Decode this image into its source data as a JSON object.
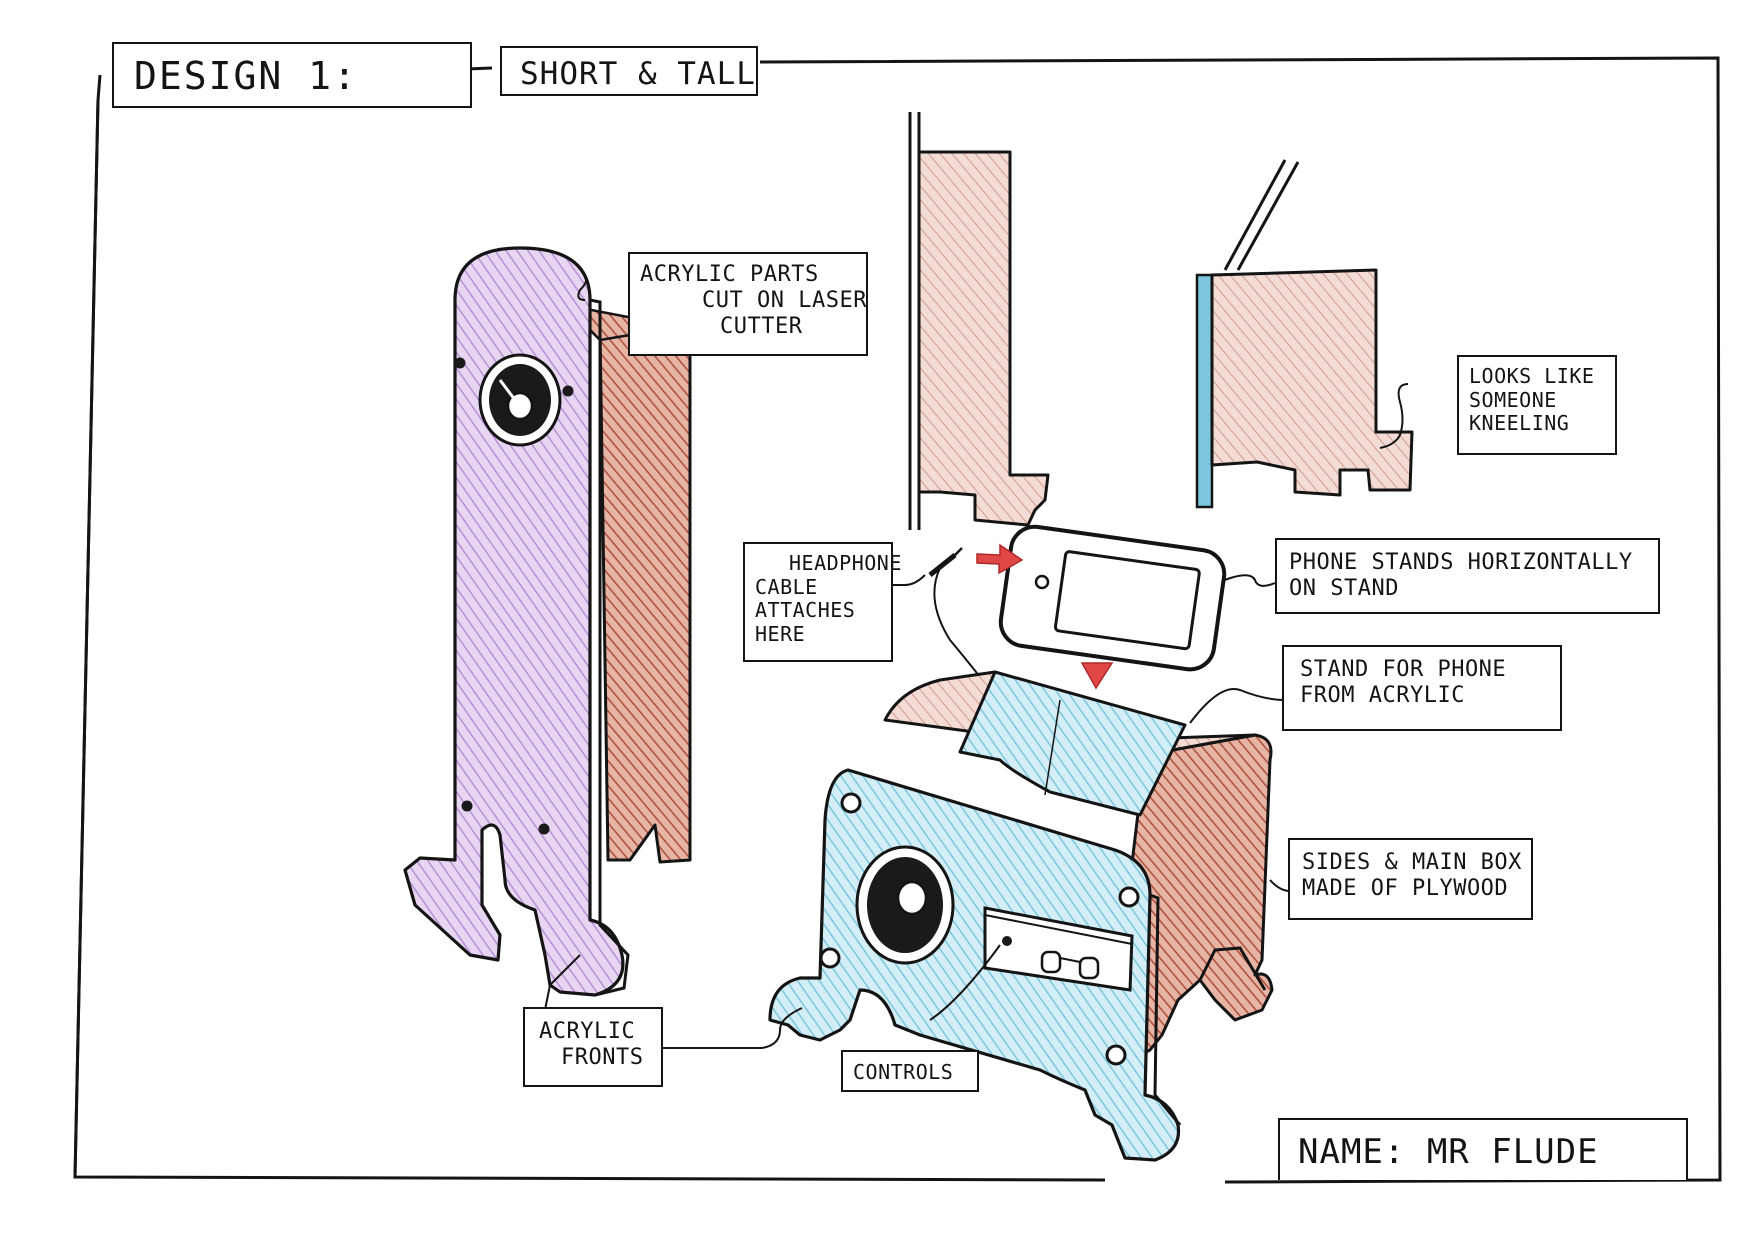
{
  "header": {
    "design_label": "DESIGN 1:",
    "subtitle": "SHORT & TALL"
  },
  "footer": {
    "name_label": "NAME: MR FLUDE"
  },
  "annotations": {
    "acrylic_parts": [
      "ACRYLIC PARTS",
      "CUT ON LASER",
      "CUTTER"
    ],
    "looks_like": [
      "LOOKS LIKE",
      "SOMEONE",
      "KNEELING"
    ],
    "headphone": [
      "HEADPHONE",
      "CABLE",
      "ATTACHES",
      "HERE"
    ],
    "phone_stands": [
      "PHONE STANDS HORIZONTALLY",
      "ON STAND"
    ],
    "stand_for_phone": [
      "STAND FOR PHONE",
      "FROM ACRYLIC"
    ],
    "sides_main_box": [
      "SIDES & MAIN BOX",
      "MADE OF PLYWOOD"
    ],
    "acrylic_fronts": [
      "ACRYLIC",
      "FRONTS"
    ],
    "controls": [
      "CONTROLS"
    ]
  },
  "colors": {
    "ink": "#141414",
    "acrylic_purple": "#c9a6df",
    "acrylic_blue": "#8fd3e6",
    "plywood_red": "#b85a43",
    "arrow_red": "#e04848"
  }
}
